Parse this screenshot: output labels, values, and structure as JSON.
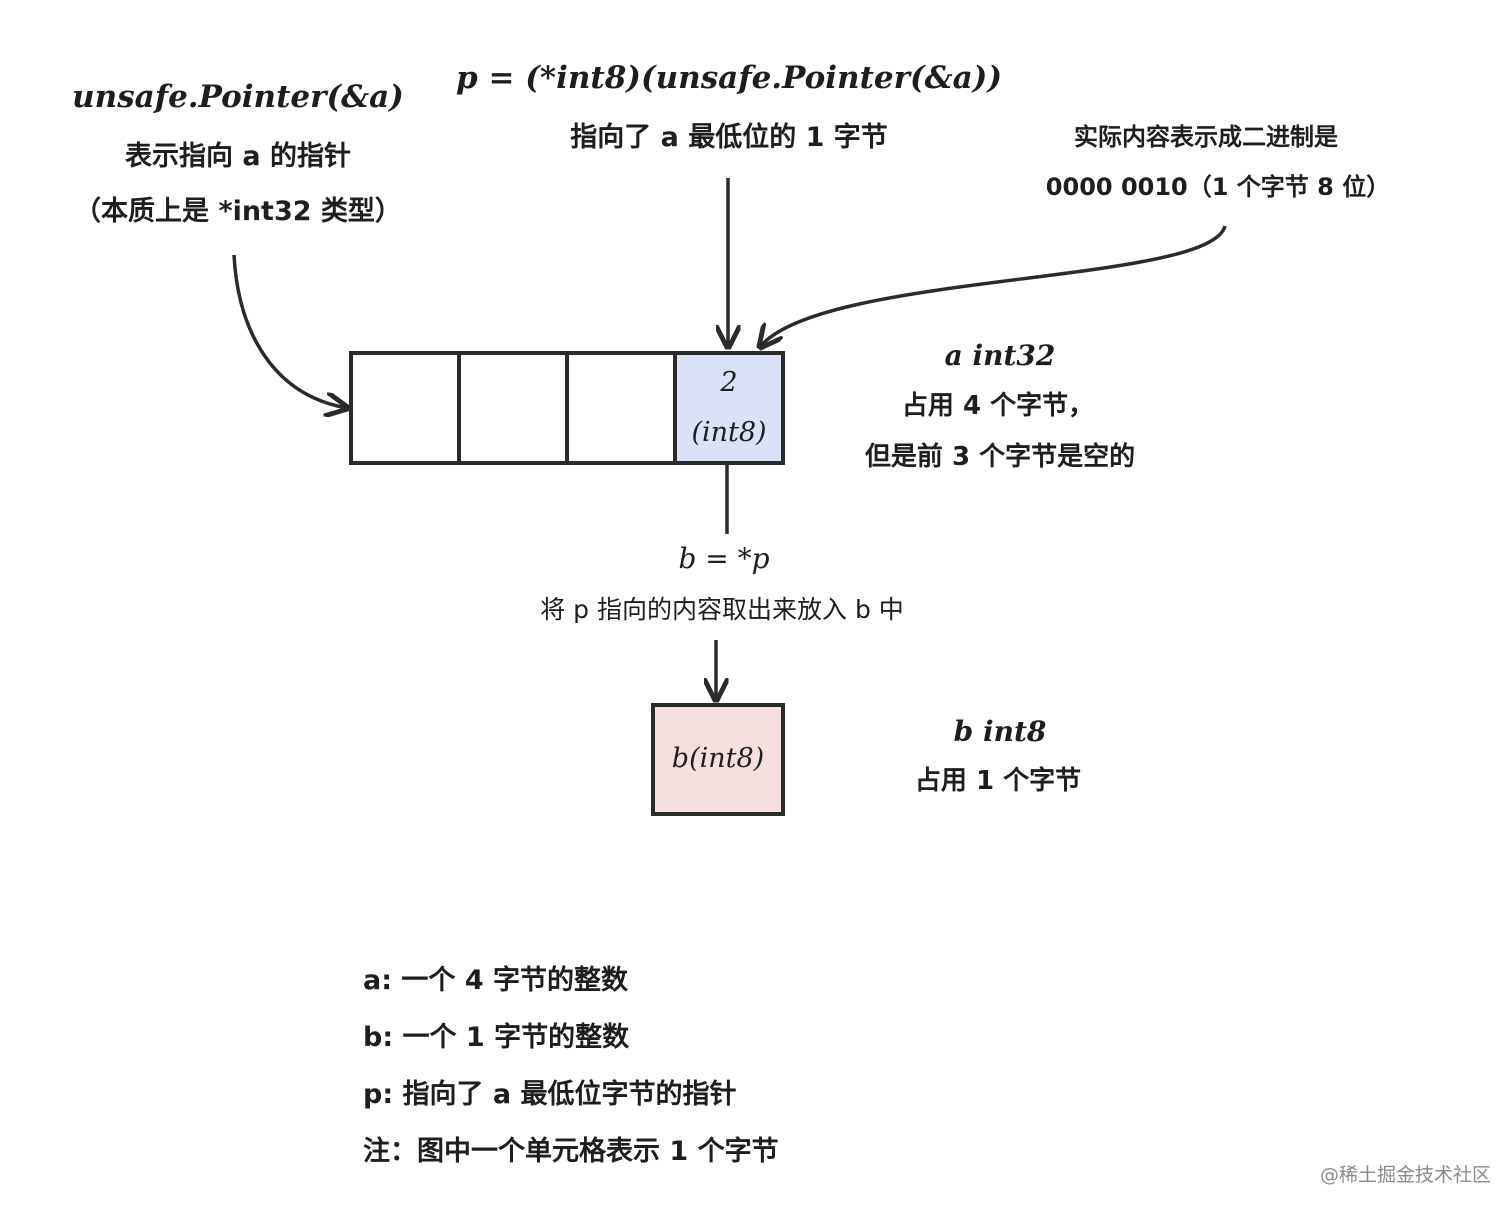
{
  "annotations": {
    "unsafe_pointer": {
      "code": "unsafe.Pointer(&a)",
      "line1": "表示指向 a 的指针",
      "line2": "（本质上是 *int32 类型）"
    },
    "p_assign": {
      "code": "p = (*int8)(unsafe.Pointer(&a))",
      "line1": "指向了 a 最低位的 1 字节"
    },
    "binary": {
      "line1": "实际内容表示成二进制是",
      "line2": "0000 0010（1 个字节 8 位）"
    },
    "a_desc": {
      "title": "a int32",
      "line1": "占用 4 个字节，",
      "line2": "但是前 3 个字节是空的"
    },
    "b_assign": {
      "code": "b = *p",
      "line1": "将 p 指向的内容取出来放入 b 中"
    },
    "b_desc": {
      "title": "b int8",
      "line1": "占用 1 个字节"
    }
  },
  "cells": {
    "a_cells": [
      {
        "value": "",
        "color": "#ffffff"
      },
      {
        "value": "",
        "color": "#ffffff"
      },
      {
        "value": "",
        "color": "#ffffff"
      },
      {
        "value": "2",
        "type": "(int8)",
        "color": "#dbe1f6"
      }
    ],
    "b_cell": {
      "label": "b(int8)",
      "color": "#f6dfdf"
    }
  },
  "notes": [
    "a: 一个 4 字节的整数",
    "b: 一个 1 字节的整数",
    "p: 指向了 a 最低位字节的指针",
    "注：图中一个单元格表示 1 个字节"
  ],
  "watermark": "@稀土掘金技术社区",
  "colors": {
    "stroke": "#2b2b2b",
    "highlight_blue": "#dbe1f6",
    "highlight_pink": "#f6dfdf",
    "watermark": "#8a8a8a"
  }
}
